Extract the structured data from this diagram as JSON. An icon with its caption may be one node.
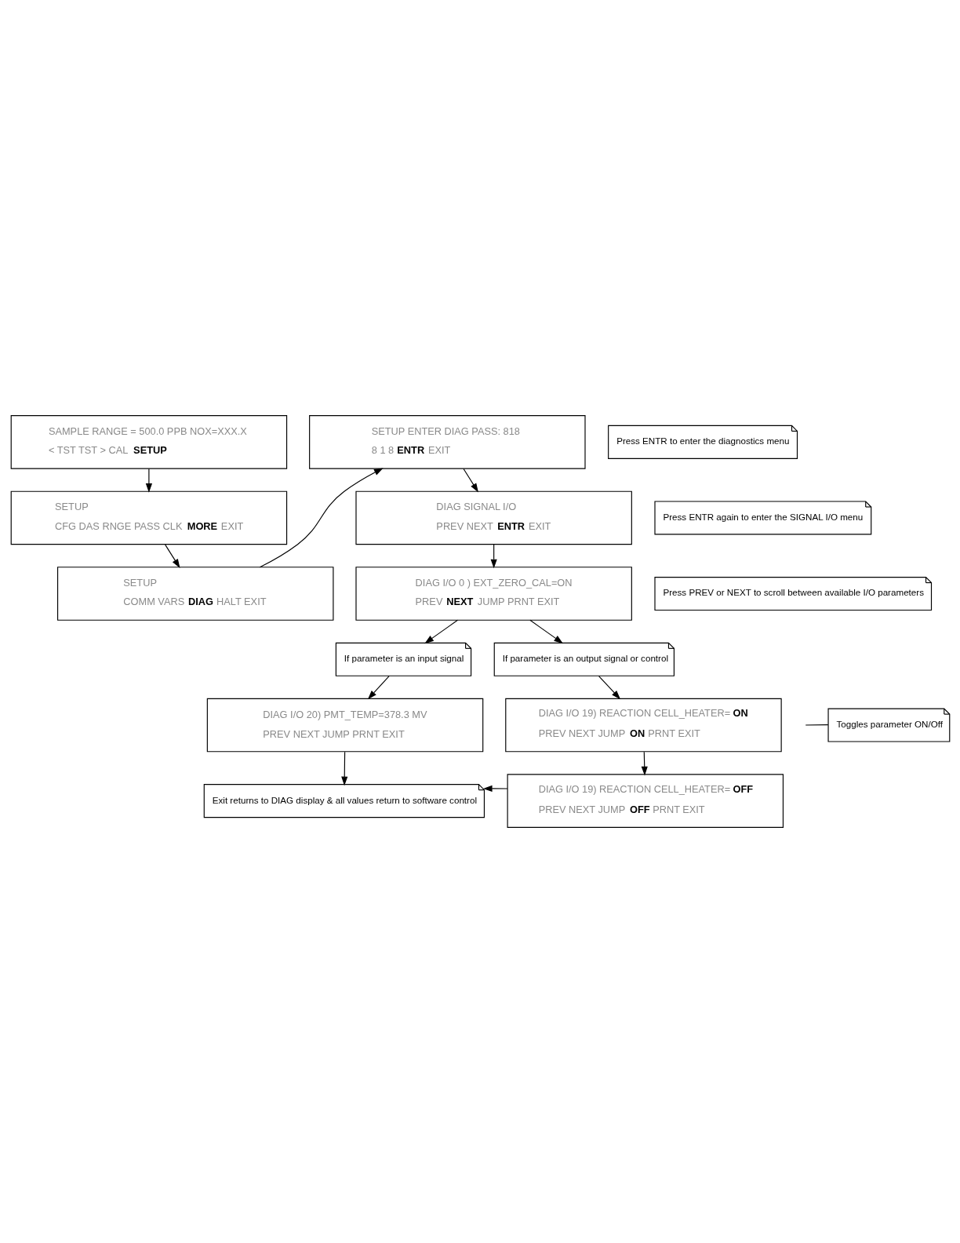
{
  "diagram": {
    "nodes": [
      {
        "text": [
          "SAMPLE RANGE = 500.0 PPB NOX=XXX.X",
          "< TST TST > CAL **SETUP**"
        ]
      },
      {
        "text": [
          "SETUP",
          "CFG DAS RNGE PASS CLK **MORE** EXIT"
        ]
      },
      {
        "text": [
          "SETUP",
          "COMM VARS **DIAG** HALT EXIT"
        ]
      },
      {
        "text": [
          "SETUP ENTER DIAG PASS: 818",
          "8 1 8 **ENTR** EXIT"
        ]
      },
      {
        "text": [
          "DIAG SIGNAL I/O",
          "PREV NEXT **ENTR** EXIT"
        ]
      },
      {
        "text": [
          "DIAG I/O 0 ) EXT_ZERO_CAL=ON",
          "PREV **NEXT** JUMP PRNT EXIT"
        ]
      },
      {
        "text": [
          "Press ENTR to enter the diagnostics menu"
        ]
      },
      {
        "text": [
          "Press ENTR again to enter the SIGNAL I/O menu"
        ]
      },
      {
        "text": [
          "Press PREV or NEXT to scroll between available I/O parameters"
        ]
      },
      {
        "text": [
          "If parameter is an input signal"
        ]
      },
      {
        "text": [
          "If parameter is an output signal or control"
        ]
      },
      {
        "text": [
          "DIAG I/O 20) PMT_TEMP=378.3 MV",
          "PREV NEXT JUMP PRNT EXIT"
        ]
      },
      {
        "text": [
          "DIAG I/O 19) REACTION CELL_HEATER=**ON**",
          "PREV NEXT JUMP **ON** PRNT EXIT"
        ]
      },
      {
        "text": [
          "Toggles parameter ON/Off"
        ]
      },
      {
        "text": [
          "DIAG I/O 19) REACTION CELL_HEATER=**OFF**",
          "PREV NEXT JUMP **OFF** PRNT EXIT"
        ]
      },
      {
        "text": [
          "Exit returns to DIAG display & all values return to software control"
        ]
      }
    ],
    "edges": [
      {
        "from": 0,
        "to": 1,
        "arrow": "to"
      },
      {
        "from": 1,
        "to": 2,
        "arrow": "to"
      },
      {
        "from": 2,
        "to": 3,
        "arrow": "to"
      },
      {
        "from": 3,
        "to": 4,
        "arrow": "to"
      },
      {
        "from": 4,
        "to": 5,
        "arrow": "to"
      },
      {
        "from": 5,
        "to": 9,
        "arrow": "to"
      },
      {
        "from": 5,
        "to": 10,
        "arrow": "to"
      },
      {
        "from": 9,
        "to": 11,
        "arrow": "to"
      },
      {
        "from": 10,
        "to": 12,
        "arrow": "to"
      },
      {
        "from": 12,
        "to": 14,
        "arrow": "to"
      },
      {
        "from": 13,
        "to": null,
        "arrow": "none"
      },
      {
        "from": 11,
        "to": 15,
        "arrow": "to"
      },
      {
        "from": 14,
        "to": 15,
        "arrow": "to"
      }
    ]
  }
}
